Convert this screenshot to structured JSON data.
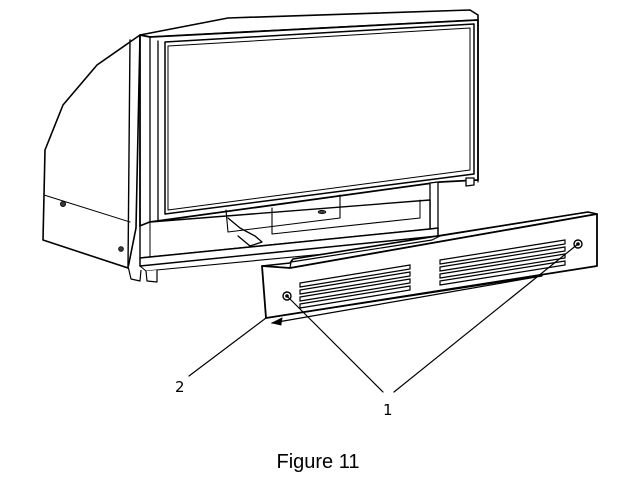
{
  "callouts": {
    "screws_label": "1",
    "grille_label": "2"
  },
  "caption": "Figure 11"
}
